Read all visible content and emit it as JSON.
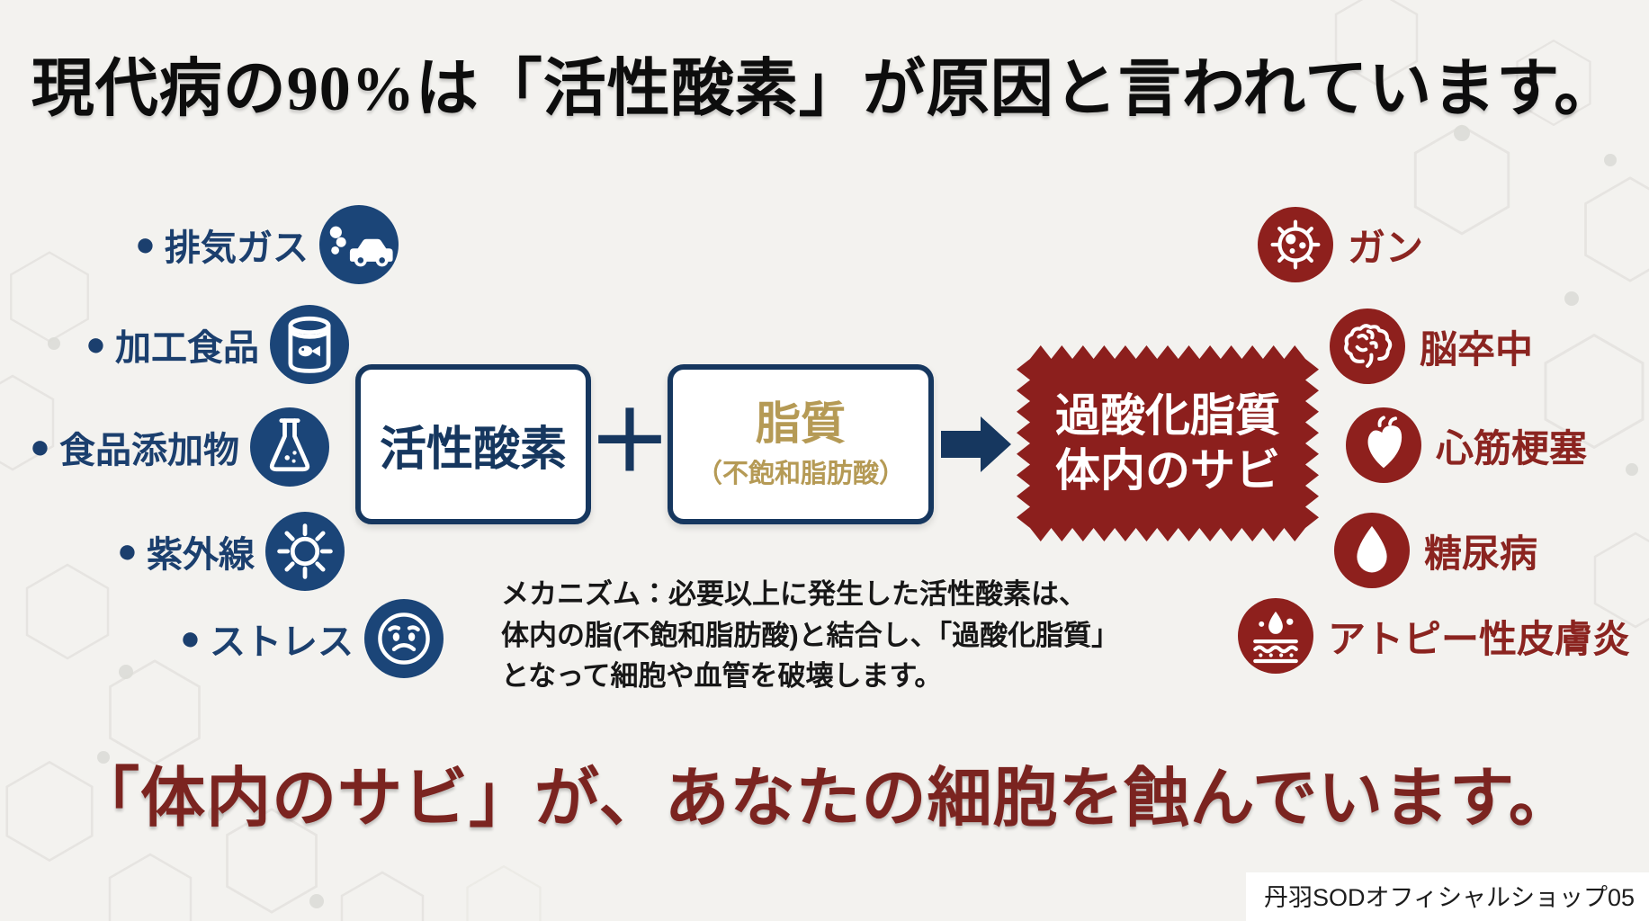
{
  "page": {
    "title_top": "現代病の90%は「活性酸素」が原因と言われています。",
    "title_bottom": "「体内のサビ」が、あなたの細胞を蝕んでいます。",
    "watermark": "丹羽SODオフィシャルショップ05"
  },
  "causes": {
    "bullet": "●",
    "items": [
      {
        "label": "排気ガス",
        "icon": "car-exhaust-icon"
      },
      {
        "label": "加工食品",
        "icon": "canned-food-icon"
      },
      {
        "label": "食品添加物",
        "icon": "flask-icon"
      },
      {
        "label": "紫外線",
        "icon": "sun-icon"
      },
      {
        "label": "ストレス",
        "icon": "worried-face-icon"
      }
    ]
  },
  "flow": {
    "box1_label": "活性酸素",
    "plus": "＋",
    "box2_title": "脂質",
    "box2_subtitle": "（不飽和脂肪酸）",
    "result_line1": "過酸化脂質",
    "result_line2": "体内のサビ"
  },
  "mechanism": {
    "lines": [
      "メカニズム：必要以上に発生した活性酸素は、",
      "体内の脂(不飽和脂肪酸)と結合し、「過酸化脂質」",
      "となって細胞や血管を破壊します。"
    ]
  },
  "diseases": {
    "items": [
      {
        "label": "ガン",
        "icon": "cancer-cell-icon"
      },
      {
        "label": "脳卒中",
        "icon": "brain-icon"
      },
      {
        "label": "心筋梗塞",
        "icon": "heart-icon"
      },
      {
        "label": "糖尿病",
        "icon": "droplet-icon"
      },
      {
        "label": "アトピー性皮膚炎",
        "icon": "skin-layers-icon"
      }
    ]
  },
  "colors": {
    "bg": "#f3f2ef",
    "navy": "#1b3f6e",
    "navy-dark": "#16375f",
    "navy-icon": "#1b4578",
    "gold": "#b59a55",
    "burst-red": "#8c1f1d",
    "red-icon": "#8e201d",
    "red-text": "#8b2420",
    "maroon": "#7b2420",
    "hex-line": "#e4e2de"
  }
}
